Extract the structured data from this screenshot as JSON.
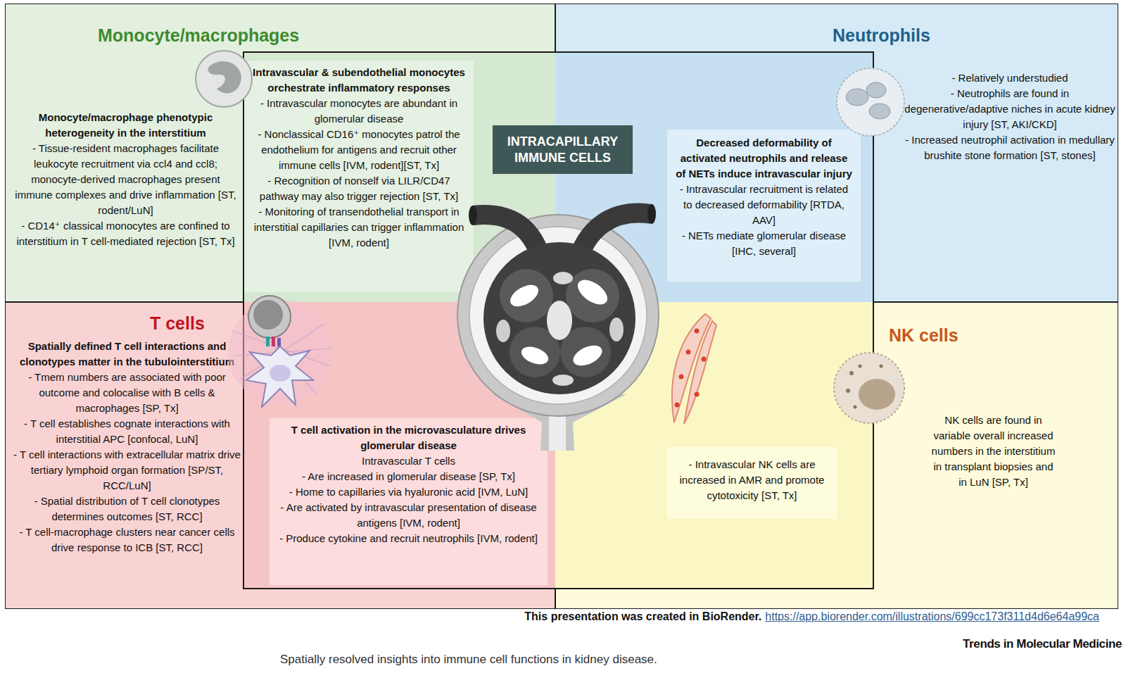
{
  "diagram": {
    "title": "INTERSTITIAL SPACE IMMUNE CELLS",
    "caption": "Spatially resolved insights into immune cell functions in kidney disease.",
    "nodes": [
      {
        "text": [
          "Monocyte/macrophages",
          "Monocyte/macrophage phenotypic heterogeneity in the interstitium",
          "- Tissue-resident macrophages facilitate leukocyte recruitment via ccl4 and ccl8; monocyte-derived macrophages present immune complexes and drive inflammation [ST, rodent/LuN]",
          "- CD14⁺ classical monocytes are confined to interstitium in T cell-mediated rejection [ST, Tx]"
        ]
      },
      {
        "text": [
          "Neutrophils",
          "- Relatively understudied",
          "- Neutrophils are found in degenerative/adaptive niches in acute kidney injury [ST, AKI/CKD]",
          "- Increased neutrophil activation in medullary brushite stone formation [ST, stones]"
        ]
      },
      {
        "text": [
          "T cells",
          "Spatially defined T cell interactions and clonotypes matter in the tubulointerstitium",
          "- Tmem numbers are associated with poor outcome and colocalise with B cells & macrophages [SP, Tx]",
          "- T cell establishes cognate interactions with interstitial APC [confocal, LuN]",
          "- T cell interactions with extracellular matrix drive tertiary lymphoid organ formation [SP/ST, RCC/LuN]",
          "- Spatial distribution of T cell clonotypes determines outcomes [ST, RCC]",
          "- T cell-macrophage clusters near cancer cells drive response to ICB [ST, RCC]"
        ]
      },
      {
        "text": [
          "NK cells",
          "NK cells are found in variable overall increased numbers in the interstitium in transplant biopsies and in LuN [SP, Tx]"
        ]
      },
      {
        "text": [
          "INTRACAPILLARY IMMUNE CELLS"
        ]
      },
      {
        "text": [
          "Intravascular & subendothelial monocytes orchestrate inflammatory responses",
          "- Intravascular monocytes are abundant in glomerular disease",
          "- Nonclassical CD16⁺ monocytes patrol the endothelium for antigens and recruit other immune cells [IVM, rodent][ST, Tx]",
          "- Recognition of nonself via LILR/CD47 pathway may also trigger rejection [ST, Tx]",
          "- Monitoring of transendothelial transport in interstitial capillaries can trigger inflammation [IVM, rodent]"
        ],
        "in": 4
      },
      {
        "text": [
          "Decreased deformability of activated neutrophils and release of NETs induce intravascular injury",
          "- Intravascular recruitment is related to decreased deformability [RTDA, AAV]",
          "- NETs mediate glomerular disease [IHC, several]"
        ],
        "in": 4
      },
      {
        "text": [
          "T cell activation in the microvasculature drives glomerular disease",
          "Intravascular T cells",
          "- Are increased in glomerular disease [SP, Tx]",
          "- Home to capillaries via hyaluronic acid [IVM, LuN]",
          "- Are activated by intravascular presentation of disease antigens [IVM, rodent]",
          "- Produce cytokine and recruit neutrophils [IVM, rodent]"
        ],
        "in": 4
      },
      {
        "text": [
          "- Intravascular NK cells are increased in AMR and promote cytotoxicity [ST, Tx]"
        ],
        "in": 4
      }
    ],
    "labels": [
      "This presentation was created in BioRender.",
      "https://app.biorender.com/illustrations/699cc173f311d4d6e64a99ca",
      "Trends in Molecular Medicine"
    ]
  }
}
